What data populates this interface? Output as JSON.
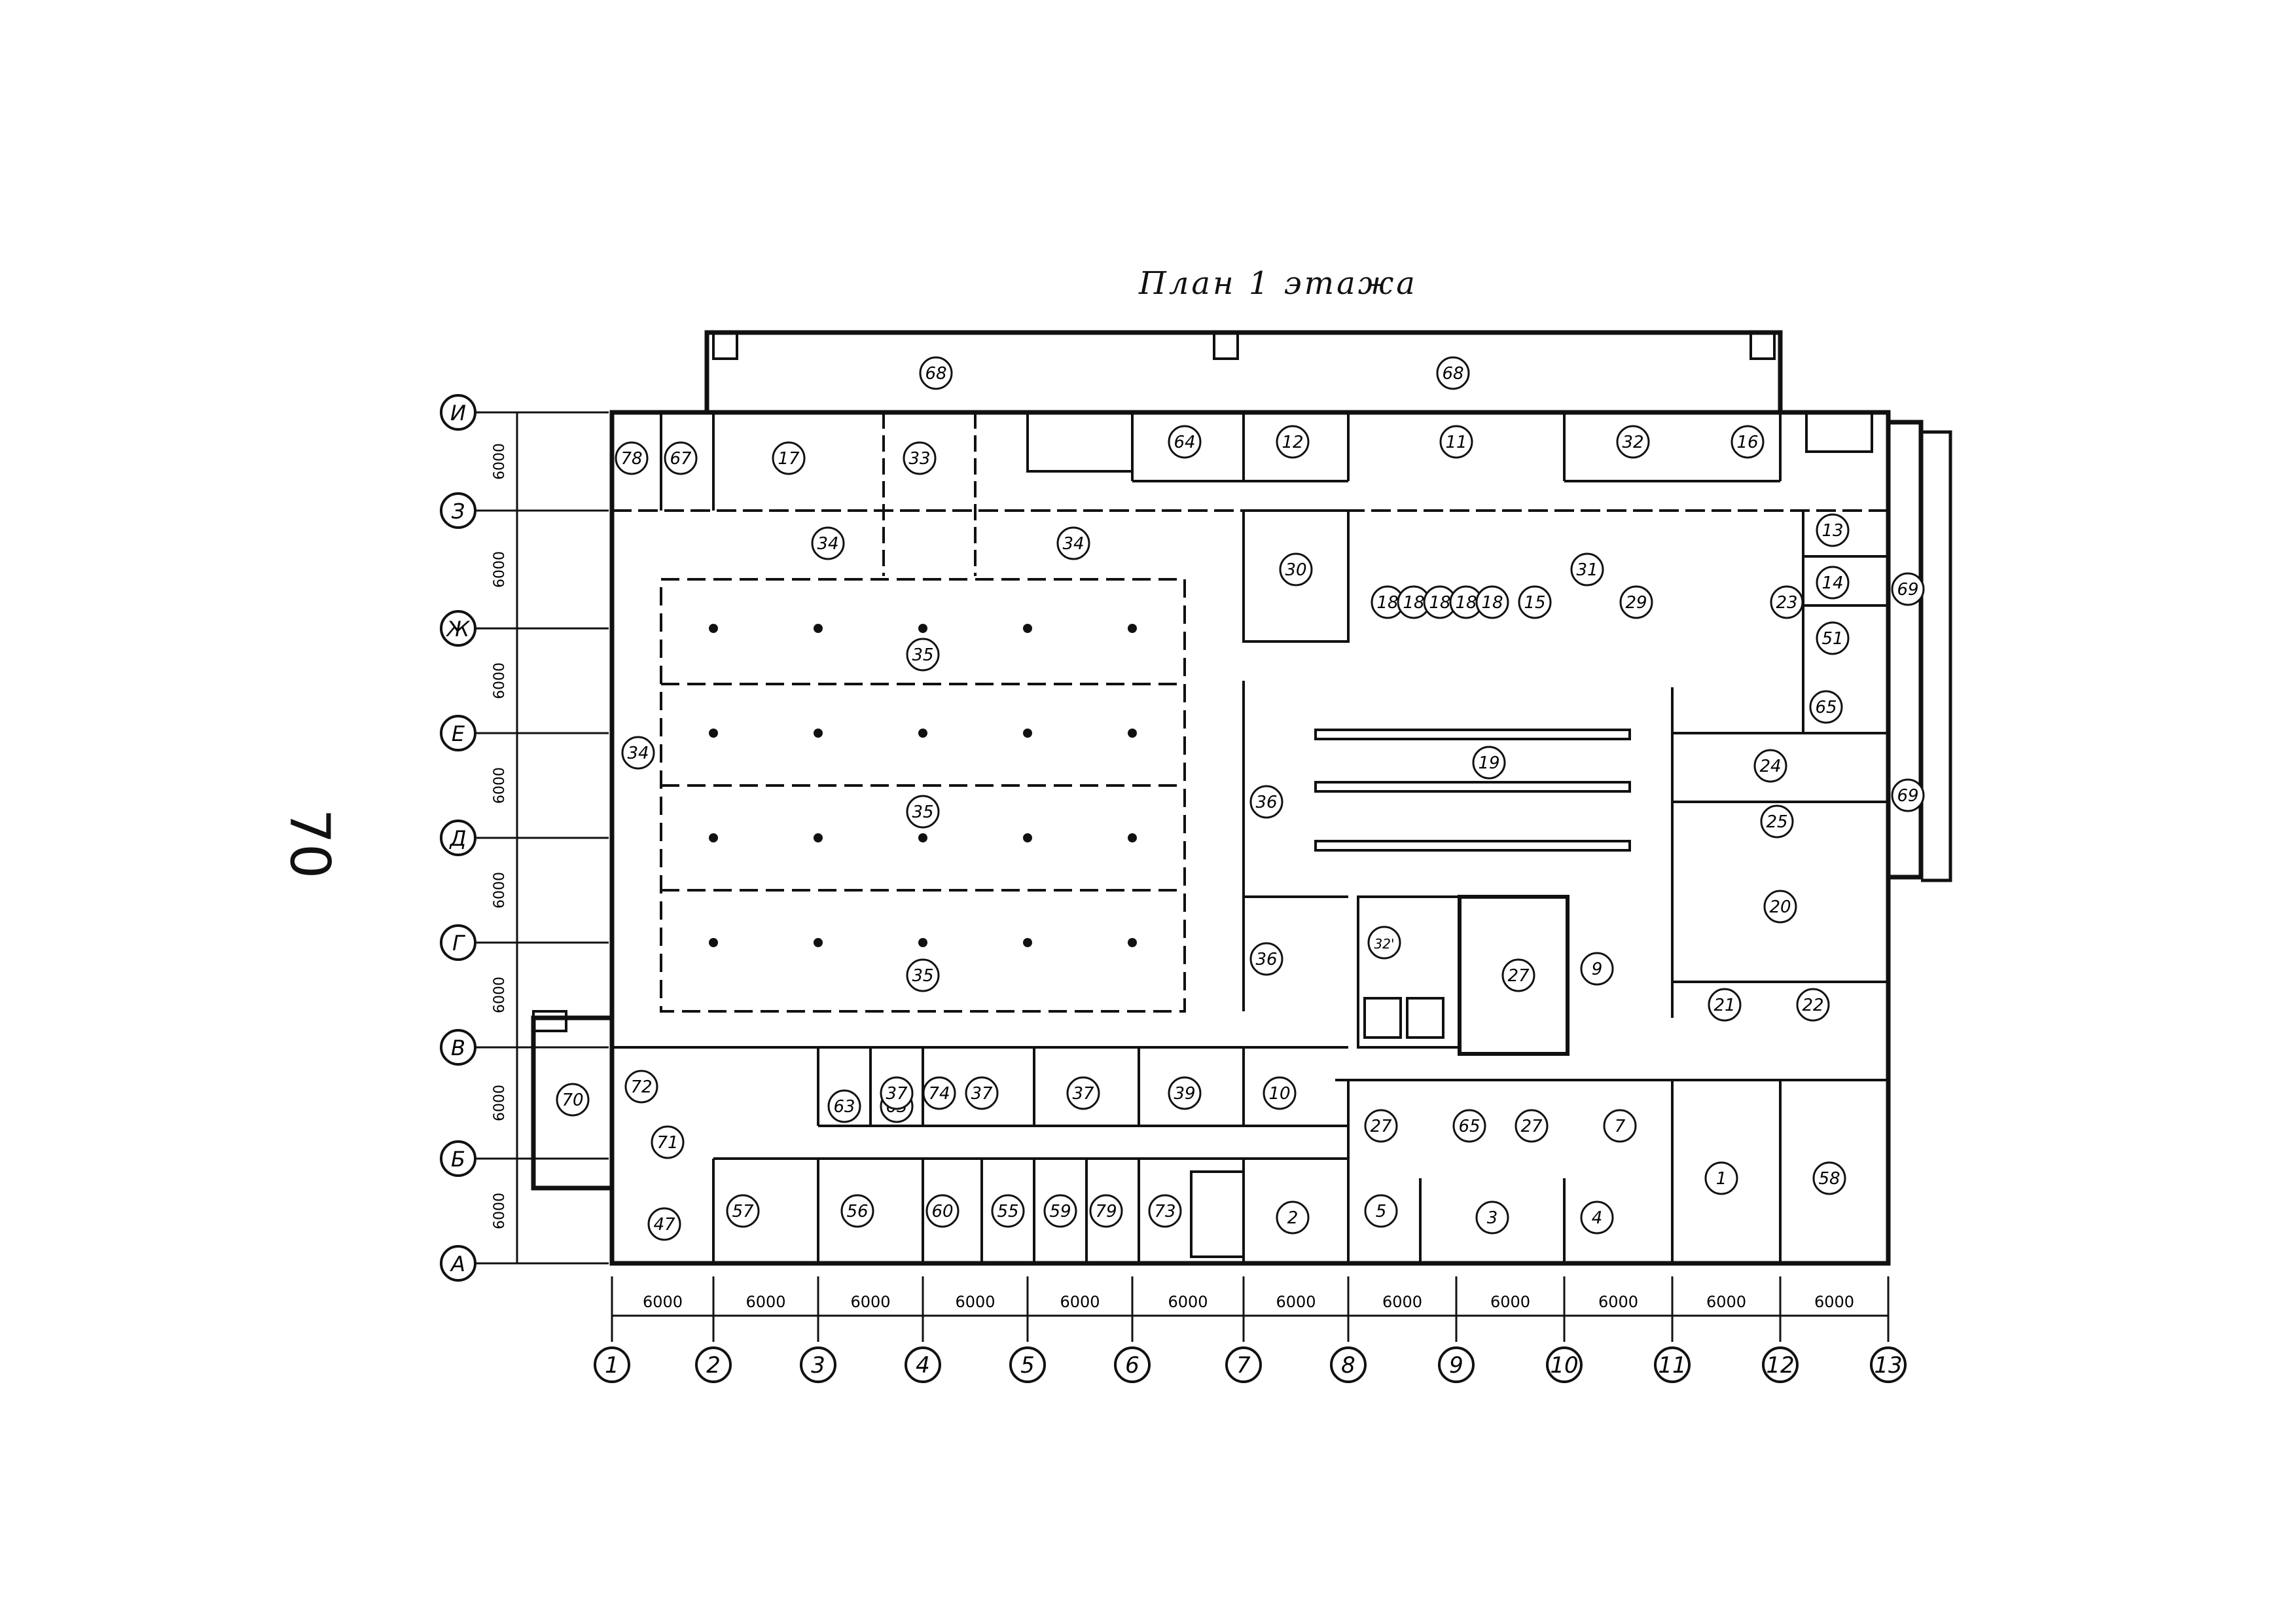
{
  "page": {
    "number": "70"
  },
  "title": "План 1 этажа",
  "columns_axes": [
    "1",
    "2",
    "3",
    "4",
    "5",
    "6",
    "7",
    "8",
    "9",
    "10",
    "11",
    "12",
    "13"
  ],
  "row_axes": [
    "А",
    "Б",
    "В",
    "Г",
    "Д",
    "Е",
    "Ж",
    "З",
    "И"
  ],
  "column_dims": [
    "6000",
    "6000",
    "6000",
    "6000",
    "6000",
    "6000",
    "6000",
    "6000",
    "6000",
    "6000",
    "6000",
    "6000"
  ],
  "row_dims": [
    "6000",
    "6000",
    "6000",
    "6000",
    "6000",
    "6000",
    "6000",
    "6000"
  ],
  "rooms": [
    {
      "n": "78"
    },
    {
      "n": "67"
    },
    {
      "n": "17"
    },
    {
      "n": "33"
    },
    {
      "n": "68"
    },
    {
      "n": "64"
    },
    {
      "n": "12"
    },
    {
      "n": "68"
    },
    {
      "n": "11"
    },
    {
      "n": "32"
    },
    {
      "n": "16"
    },
    {
      "n": "34"
    },
    {
      "n": "34"
    },
    {
      "n": "30"
    },
    {
      "n": "31"
    },
    {
      "n": "13"
    },
    {
      "n": "14"
    },
    {
      "n": "69"
    },
    {
      "n": "18"
    },
    {
      "n": "18"
    },
    {
      "n": "18"
    },
    {
      "n": "18"
    },
    {
      "n": "18"
    },
    {
      "n": "15"
    },
    {
      "n": "29"
    },
    {
      "n": "23"
    },
    {
      "n": "51"
    },
    {
      "n": "65"
    },
    {
      "n": "35"
    },
    {
      "n": "34"
    },
    {
      "n": "19"
    },
    {
      "n": "24"
    },
    {
      "n": "69"
    },
    {
      "n": "35"
    },
    {
      "n": "36"
    },
    {
      "n": "25"
    },
    {
      "n": "20"
    },
    {
      "n": "32'"
    },
    {
      "n": "27"
    },
    {
      "n": "9"
    },
    {
      "n": "35"
    },
    {
      "n": "36"
    },
    {
      "n": "21"
    },
    {
      "n": "22"
    },
    {
      "n": "70"
    },
    {
      "n": "72"
    },
    {
      "n": "63"
    },
    {
      "n": "63"
    },
    {
      "n": "74"
    },
    {
      "n": "37"
    },
    {
      "n": "37"
    },
    {
      "n": "37"
    },
    {
      "n": "39"
    },
    {
      "n": "10"
    },
    {
      "n": "71"
    },
    {
      "n": "27"
    },
    {
      "n": "65"
    },
    {
      "n": "27"
    },
    {
      "n": "7"
    },
    {
      "n": "1"
    },
    {
      "n": "58"
    },
    {
      "n": "47"
    },
    {
      "n": "57"
    },
    {
      "n": "56"
    },
    {
      "n": "60"
    },
    {
      "n": "55"
    },
    {
      "n": "59"
    },
    {
      "n": "79"
    },
    {
      "n": "73"
    },
    {
      "n": "2"
    },
    {
      "n": "5"
    },
    {
      "n": "3"
    },
    {
      "n": "4"
    }
  ],
  "colors": {
    "ink": "#111111",
    "background": "#ffffff"
  }
}
